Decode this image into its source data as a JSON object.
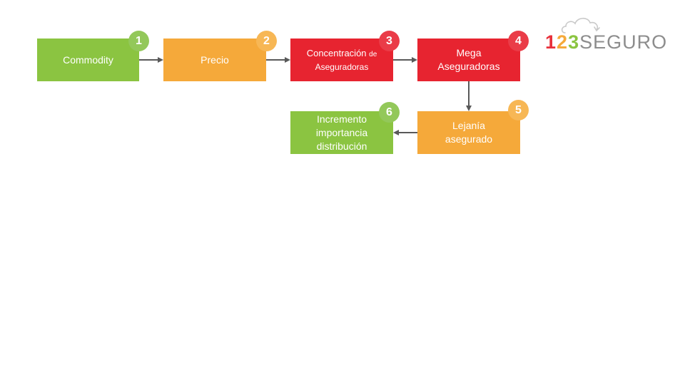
{
  "diagram": {
    "nodes": [
      {
        "id": "commodity",
        "number": "1",
        "label": "Commodity",
        "color": "#8bc441"
      },
      {
        "id": "precio",
        "number": "2",
        "label": "Precio",
        "color": "#f5a93a"
      },
      {
        "id": "concentracion",
        "number": "3",
        "label_main": "Concentración",
        "label_small": "de",
        "label_line2": "Aseguradoras",
        "color": "#e72430"
      },
      {
        "id": "mega",
        "number": "4",
        "label_line1": "Mega",
        "label_line2": "Aseguradoras",
        "color": "#e72430"
      },
      {
        "id": "lejania",
        "number": "5",
        "label_line1": "Lejanía",
        "label_line2": "asegurado",
        "color": "#f5a93a"
      },
      {
        "id": "incremento",
        "number": "6",
        "label_line1": "Incremento",
        "label_line2": "importancia",
        "label_line3": "distribución",
        "color": "#8bc441"
      }
    ],
    "edges": [
      {
        "from": "commodity",
        "to": "precio"
      },
      {
        "from": "precio",
        "to": "concentracion"
      },
      {
        "from": "concentracion",
        "to": "mega"
      },
      {
        "from": "mega",
        "to": "lejania"
      },
      {
        "from": "lejania",
        "to": "incremento"
      }
    ],
    "arrow_color": "#595959",
    "badge_colors": {
      "green": "#93c85a",
      "orange": "#f7b755",
      "red": "#ea3c48"
    }
  },
  "logo": {
    "digit1": "1",
    "digit2": "2",
    "digit3": "3",
    "word": "SEGURO",
    "icon": "cloud-icon"
  }
}
